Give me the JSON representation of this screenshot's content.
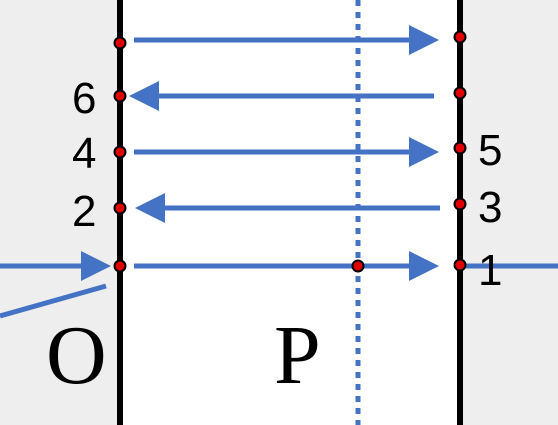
{
  "labels": {
    "left_plane": "O",
    "middle_plane": "P",
    "points": {
      "p1": "1",
      "p2": "2",
      "p3": "3",
      "p4": "4",
      "p5": "5",
      "p6": "6"
    }
  },
  "colors": {
    "background": "#eeeeee",
    "slab": "#ffffff",
    "line": "#000000",
    "arrow": "#4472c4",
    "dot_fill": "#e00000",
    "dot_stroke": "#000000"
  }
}
